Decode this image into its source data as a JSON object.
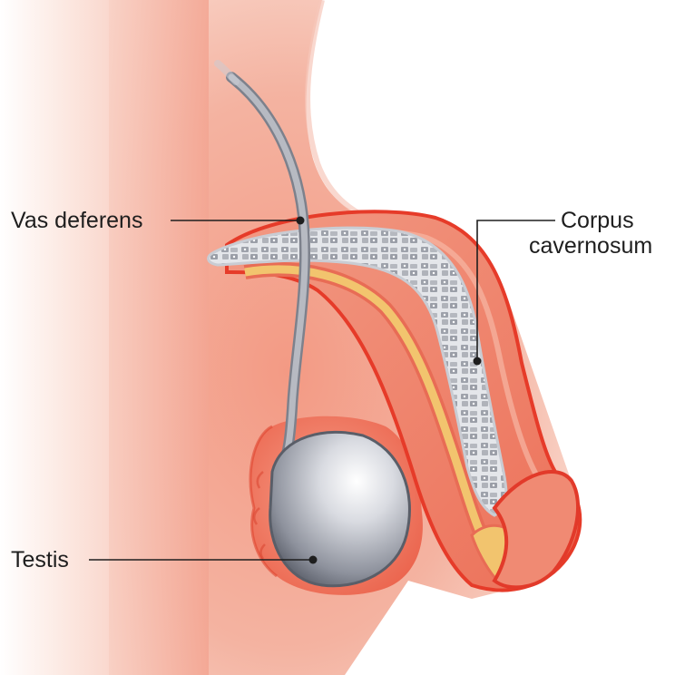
{
  "labels": {
    "vas_deferens": "Vas deferens",
    "corpus_line1": "Corpus",
    "corpus_line2": "cavernosum",
    "testis": "Testis"
  },
  "colors": {
    "skin_light": "#f6c4b4",
    "skin": "#f08a73",
    "skin_deep": "#e8553f",
    "outline_red": "#e23a2a",
    "tissue_grey": "#c9ccd3",
    "tissue_light": "#e9eaee",
    "urethra_yellow": "#f2c46e",
    "testis_grey": "#a8acb6",
    "label_text": "#1e1e1e"
  }
}
